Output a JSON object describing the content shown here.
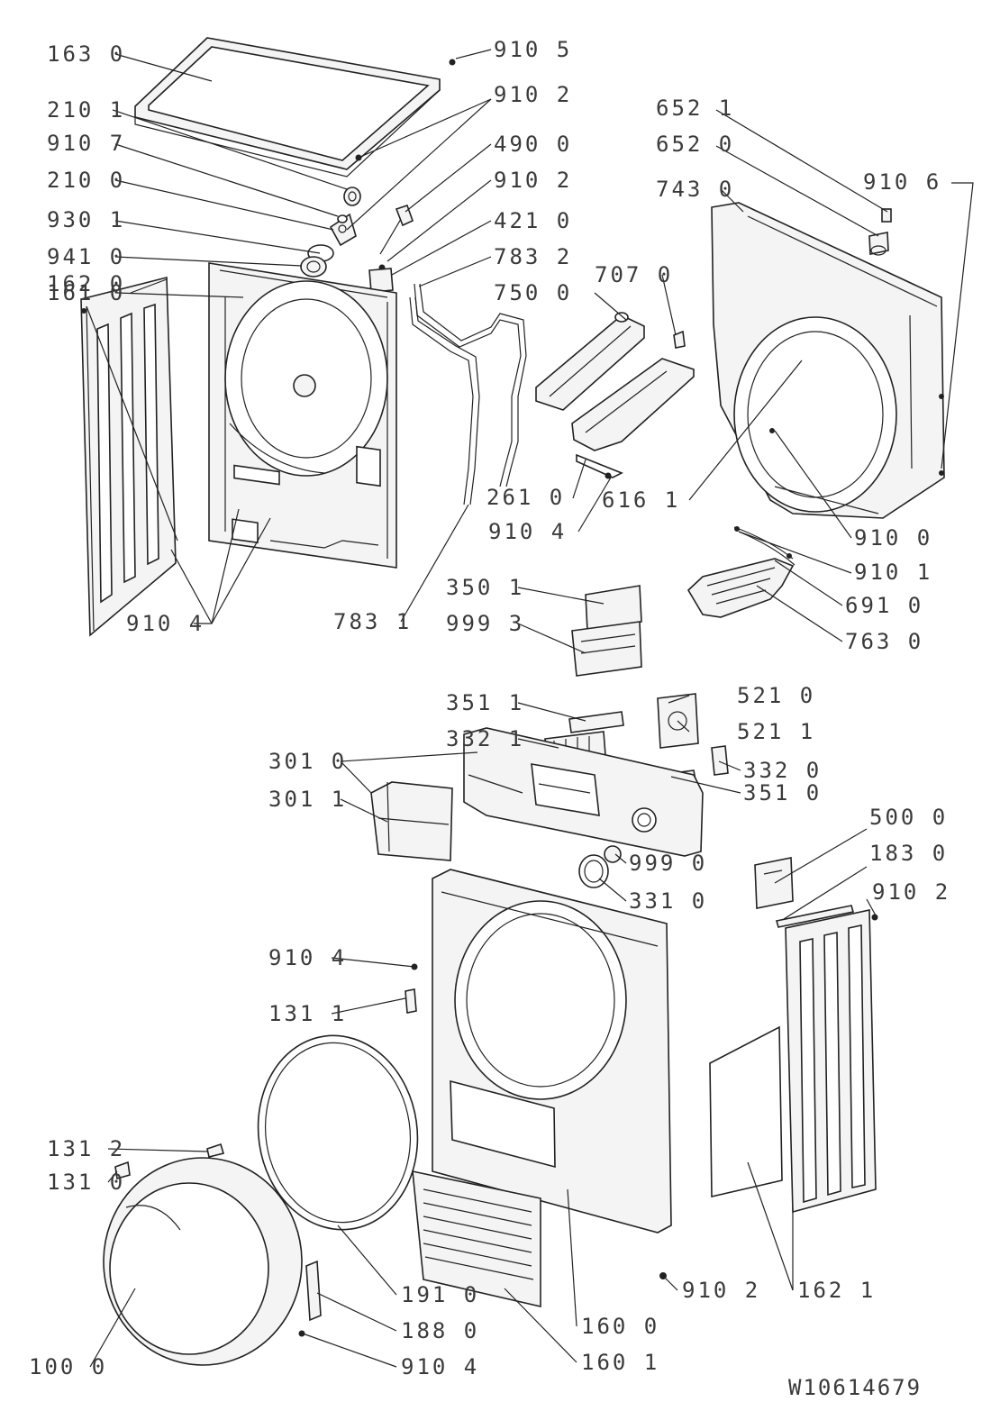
{
  "document_number": "W10614679",
  "labels": [
    {
      "code": "163 0"
    },
    {
      "code": "910 5"
    },
    {
      "code": "910 2"
    },
    {
      "code": "210 1"
    },
    {
      "code": "910 7"
    },
    {
      "code": "490 0"
    },
    {
      "code": "210 0"
    },
    {
      "code": "910 2"
    },
    {
      "code": "930 1"
    },
    {
      "code": "421 0"
    },
    {
      "code": "941 0"
    },
    {
      "code": "783 2"
    },
    {
      "code": "161 0"
    },
    {
      "code": "750 0"
    },
    {
      "code": "162 0"
    },
    {
      "code": "707 0"
    },
    {
      "code": "652 1"
    },
    {
      "code": "652 0"
    },
    {
      "code": "743 0"
    },
    {
      "code": "910 6"
    },
    {
      "code": "261 0"
    },
    {
      "code": "910 4"
    },
    {
      "code": "616 1"
    },
    {
      "code": "910 0"
    },
    {
      "code": "910 1"
    },
    {
      "code": "691 0"
    },
    {
      "code": "763 0"
    },
    {
      "code": "910 4"
    },
    {
      "code": "783 1"
    },
    {
      "code": "350 1"
    },
    {
      "code": "999 3"
    },
    {
      "code": "351 1"
    },
    {
      "code": "521 0"
    },
    {
      "code": "521 1"
    },
    {
      "code": "332 1"
    },
    {
      "code": "301 0"
    },
    {
      "code": "332 0"
    },
    {
      "code": "351 0"
    },
    {
      "code": "301 1"
    },
    {
      "code": "500 0"
    },
    {
      "code": "999 0"
    },
    {
      "code": "183 0"
    },
    {
      "code": "331 0"
    },
    {
      "code": "910 2"
    },
    {
      "code": "910 4"
    },
    {
      "code": "131 1"
    },
    {
      "code": "131 2"
    },
    {
      "code": "131 0"
    },
    {
      "code": "191 0"
    },
    {
      "code": "910 2"
    },
    {
      "code": "162 1"
    },
    {
      "code": "160 0"
    },
    {
      "code": "188 0"
    },
    {
      "code": "100 0"
    },
    {
      "code": "160 1"
    },
    {
      "code": "910 4"
    }
  ]
}
